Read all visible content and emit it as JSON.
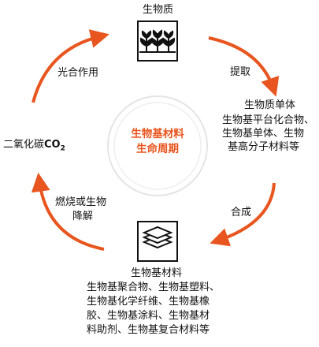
{
  "colors": {
    "accent": "#e8551e",
    "ring": "#e6e6e6",
    "text": "#111111"
  },
  "center": {
    "line1": "生物基材料",
    "line2": "生命周期"
  },
  "nodes": {
    "biomass": {
      "title": "生物质",
      "icon": "plants-icon"
    },
    "monomer": {
      "title": "生物质单体",
      "lines": [
        "生物基平台化合物、",
        "生物基单体、生物",
        "基高分子材料等"
      ]
    },
    "materials": {
      "title": "生物基材料",
      "icon": "layers-icon",
      "lines": [
        "生物基聚合物、生物基塑料、",
        "生物基化学纤维、生物基橡",
        "胶、生物基涂料、生物基材",
        "料助剂、生物基复合材料等"
      ]
    },
    "co2": {
      "text": "二氧化碳",
      "formula": "CO",
      "subscript": "2"
    }
  },
  "arrows": {
    "extract": "提取",
    "synthesize": "合成",
    "degrade_line1": "燃烧或生物",
    "degrade_line2": "降解",
    "photosynthesis": "光合作用"
  }
}
